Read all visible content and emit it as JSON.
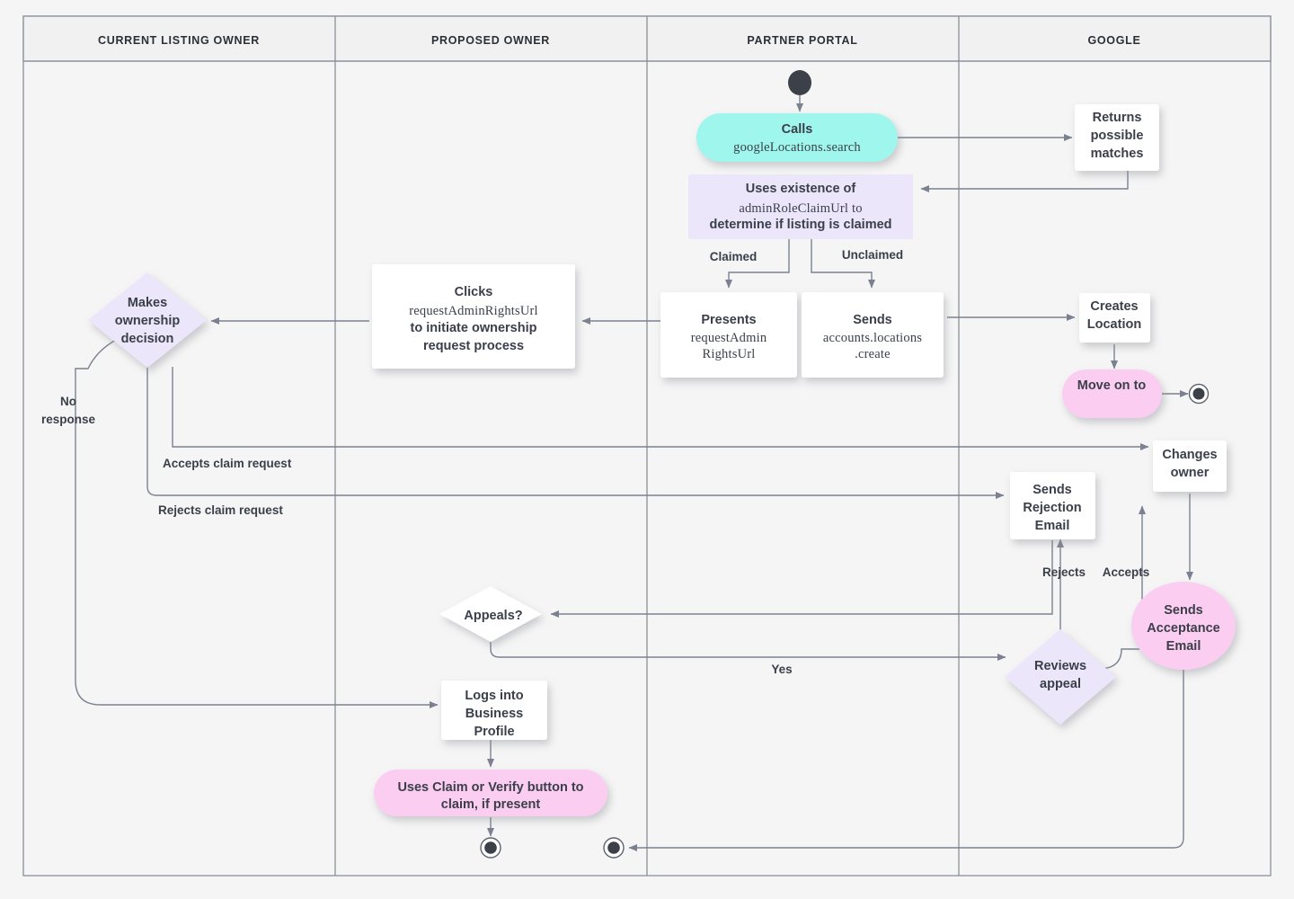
{
  "diagram": {
    "title": "Google Business Profile listing ownership transfer flow",
    "background_color": "#f5f5f5",
    "lane_header_fill": "#f2f2f2",
    "lane_border_color": "#8a8f99",
    "edge_color": "#7b8190",
    "palette": {
      "white": "#ffffff",
      "cyan": "#9ff6ec",
      "lavender": "#ebe6fa",
      "pink": "#fbcdf0",
      "text": "#3a3f4a",
      "header_text": "#2b2f38"
    },
    "lanes": [
      {
        "id": "current-listing-owner",
        "label": "CURRENT LISTING OWNER"
      },
      {
        "id": "proposed-owner",
        "label": "PROPOSED OWNER"
      },
      {
        "id": "partner-portal",
        "label": "PARTNER PORTAL"
      },
      {
        "id": "google",
        "label": "GOOGLE"
      }
    ],
    "nodes": [
      {
        "id": "start",
        "shape": "start-circle",
        "lane": "partner-portal",
        "label": ""
      },
      {
        "id": "calls-google-locations-search",
        "shape": "pill",
        "fill": "cyan",
        "lane": "partner-portal",
        "lines": [
          {
            "text": "Calls",
            "style": "bold"
          },
          {
            "text": "googleLocations.search",
            "style": "mono"
          }
        ]
      },
      {
        "id": "returns-possible-matches",
        "shape": "rect",
        "fill": "white",
        "lane": "google",
        "lines": [
          {
            "text": "Returns",
            "style": "bold"
          },
          {
            "text": "possible",
            "style": "bold"
          },
          {
            "text": "matches",
            "style": "bold"
          }
        ]
      },
      {
        "id": "uses-existence-of-admin-role-claim-url",
        "shape": "rect",
        "fill": "lavender",
        "lane": "partner-portal",
        "lines": [
          {
            "text": "Uses existence of",
            "style": "bold"
          },
          {
            "text": "adminRoleClaimUrl to",
            "style": "mixed"
          },
          {
            "text": "determine if listing is claimed",
            "style": "bold"
          }
        ]
      },
      {
        "id": "presents-request-admin-rights-url",
        "shape": "rect",
        "fill": "white",
        "lane": "partner-portal",
        "lines": [
          {
            "text": "Presents",
            "style": "bold"
          },
          {
            "text": "requestAdmin",
            "style": "mono"
          },
          {
            "text": "RightsUrl",
            "style": "mono"
          }
        ]
      },
      {
        "id": "sends-accounts-locations-create",
        "shape": "rect",
        "fill": "white",
        "lane": "partner-portal",
        "lines": [
          {
            "text": "Sends",
            "style": "bold"
          },
          {
            "text": "accounts.locations",
            "style": "mono"
          },
          {
            "text": ".create",
            "style": "mono"
          }
        ]
      },
      {
        "id": "creates-location",
        "shape": "rect",
        "fill": "white",
        "lane": "google",
        "lines": [
          {
            "text": "Creates",
            "style": "bold"
          },
          {
            "text": "Location",
            "style": "bold"
          }
        ]
      },
      {
        "id": "move-on-to",
        "shape": "pill",
        "fill": "pink",
        "lane": "google",
        "lines": [
          {
            "text": "Move on to",
            "style": "bold"
          }
        ]
      },
      {
        "id": "end-google",
        "shape": "end-circle",
        "lane": "google",
        "label": ""
      },
      {
        "id": "clicks-request-admin-rights-url",
        "shape": "rect",
        "fill": "white",
        "lane": "proposed-owner",
        "lines": [
          {
            "text": "Clicks",
            "style": "bold"
          },
          {
            "text": "requestAdminRightsUrl",
            "style": "mono"
          },
          {
            "text": "to initiate ownership",
            "style": "bold"
          },
          {
            "text": "request process",
            "style": "bold"
          }
        ]
      },
      {
        "id": "makes-ownership-decision",
        "shape": "diamond",
        "fill": "lavender",
        "lane": "current-listing-owner",
        "lines": [
          {
            "text": "Makes",
            "style": "bold"
          },
          {
            "text": "ownership",
            "style": "bold"
          },
          {
            "text": "decision",
            "style": "bold"
          }
        ]
      },
      {
        "id": "changes-owner",
        "shape": "rect",
        "fill": "white",
        "lane": "google",
        "lines": [
          {
            "text": "Changes",
            "style": "bold"
          },
          {
            "text": "owner",
            "style": "bold"
          }
        ]
      },
      {
        "id": "sends-rejection-email",
        "shape": "rect",
        "fill": "white",
        "lane": "google",
        "lines": [
          {
            "text": "Sends",
            "style": "bold"
          },
          {
            "text": "Rejection",
            "style": "bold"
          },
          {
            "text": "Email",
            "style": "bold"
          }
        ]
      },
      {
        "id": "sends-acceptance-email",
        "shape": "ellipse",
        "fill": "pink",
        "lane": "google",
        "lines": [
          {
            "text": "Sends",
            "style": "bold"
          },
          {
            "text": "Acceptance",
            "style": "bold"
          },
          {
            "text": "Email",
            "style": "bold"
          }
        ]
      },
      {
        "id": "appeals",
        "shape": "diamond",
        "fill": "white",
        "lane": "proposed-owner",
        "lines": [
          {
            "text": "Appeals?",
            "style": "bold"
          }
        ]
      },
      {
        "id": "reviews-appeal",
        "shape": "diamond",
        "fill": "lavender",
        "lane": "google",
        "lines": [
          {
            "text": "Reviews",
            "style": "bold"
          },
          {
            "text": "appeal",
            "style": "bold"
          }
        ]
      },
      {
        "id": "logs-into-business-profile",
        "shape": "rect",
        "fill": "white",
        "lane": "proposed-owner",
        "lines": [
          {
            "text": "Logs into",
            "style": "bold"
          },
          {
            "text": "Business",
            "style": "bold"
          },
          {
            "text": "Profile",
            "style": "bold"
          }
        ]
      },
      {
        "id": "uses-claim-or-verify-button",
        "shape": "pill",
        "fill": "pink",
        "lane": "proposed-owner",
        "lines": [
          {
            "text": "Uses Claim or Verify button to",
            "style": "bold"
          },
          {
            "text": "claim, if present",
            "style": "bold"
          }
        ]
      },
      {
        "id": "end-proposed-owner",
        "shape": "end-circle",
        "lane": "proposed-owner",
        "label": ""
      },
      {
        "id": "end-partner-portal",
        "shape": "end-circle",
        "lane": "partner-portal",
        "label": ""
      }
    ],
    "edge_labels": [
      {
        "id": "claimed",
        "text": "Claimed"
      },
      {
        "id": "unclaimed",
        "text": "Unclaimed"
      },
      {
        "id": "no-response",
        "text_line_1": "No",
        "text_line_2": "response"
      },
      {
        "id": "accepts-claim-request",
        "text": "Accepts claim request"
      },
      {
        "id": "rejects-claim-request",
        "text": "Rejects claim request"
      },
      {
        "id": "rejects",
        "text": "Rejects"
      },
      {
        "id": "accepts",
        "text": "Accepts"
      },
      {
        "id": "yes",
        "text": "Yes"
      }
    ]
  }
}
